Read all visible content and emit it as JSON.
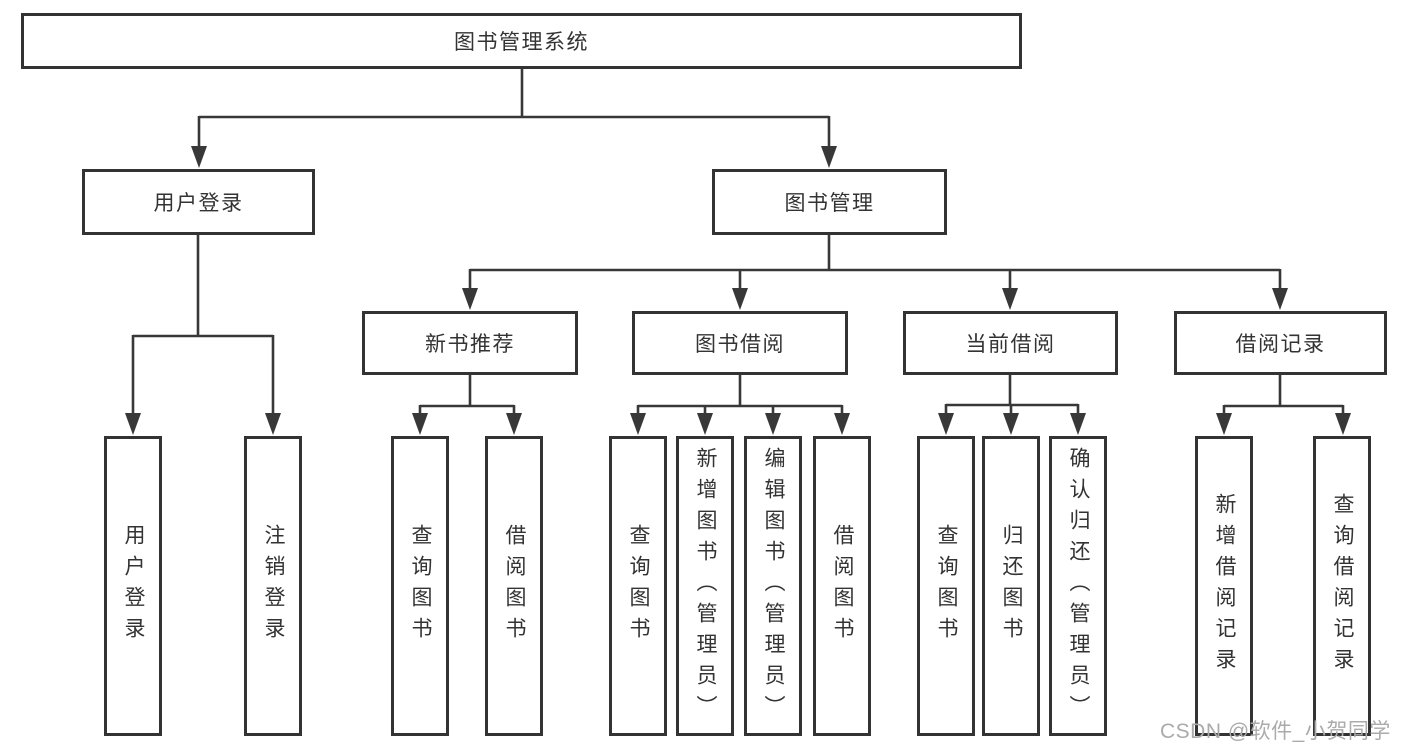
{
  "diagram": {
    "tree": {
      "label": "图书管理系统",
      "children": [
        {
          "label": "用户登录",
          "children": [
            {
              "label": "用户登录"
            },
            {
              "label": "注销登录"
            }
          ]
        },
        {
          "label": "图书管理",
          "children": [
            {
              "label": "新书推荐",
              "children": [
                {
                  "label": "查询图书"
                },
                {
                  "label": "借阅图书"
                }
              ]
            },
            {
              "label": "图书借阅",
              "children": [
                {
                  "label": "查询图书"
                },
                {
                  "label": "新增图书（管理员）"
                },
                {
                  "label": "编辑图书（管理员）"
                },
                {
                  "label": "借阅图书"
                }
              ]
            },
            {
              "label": "当前借阅",
              "children": [
                {
                  "label": "查询图书"
                },
                {
                  "label": "归还图书"
                },
                {
                  "label": "确认归还（管理员）"
                }
              ]
            },
            {
              "label": "借阅记录",
              "children": [
                {
                  "label": "新增借阅记录"
                },
                {
                  "label": "查询借阅记录"
                }
              ]
            }
          ]
        }
      ]
    },
    "watermark": "CSDN @软件_小贺同学",
    "colors": {
      "line": "#383838",
      "box_border": "#333333",
      "text": "#333333",
      "watermark": "#ababab",
      "background": "#ffffff"
    }
  }
}
